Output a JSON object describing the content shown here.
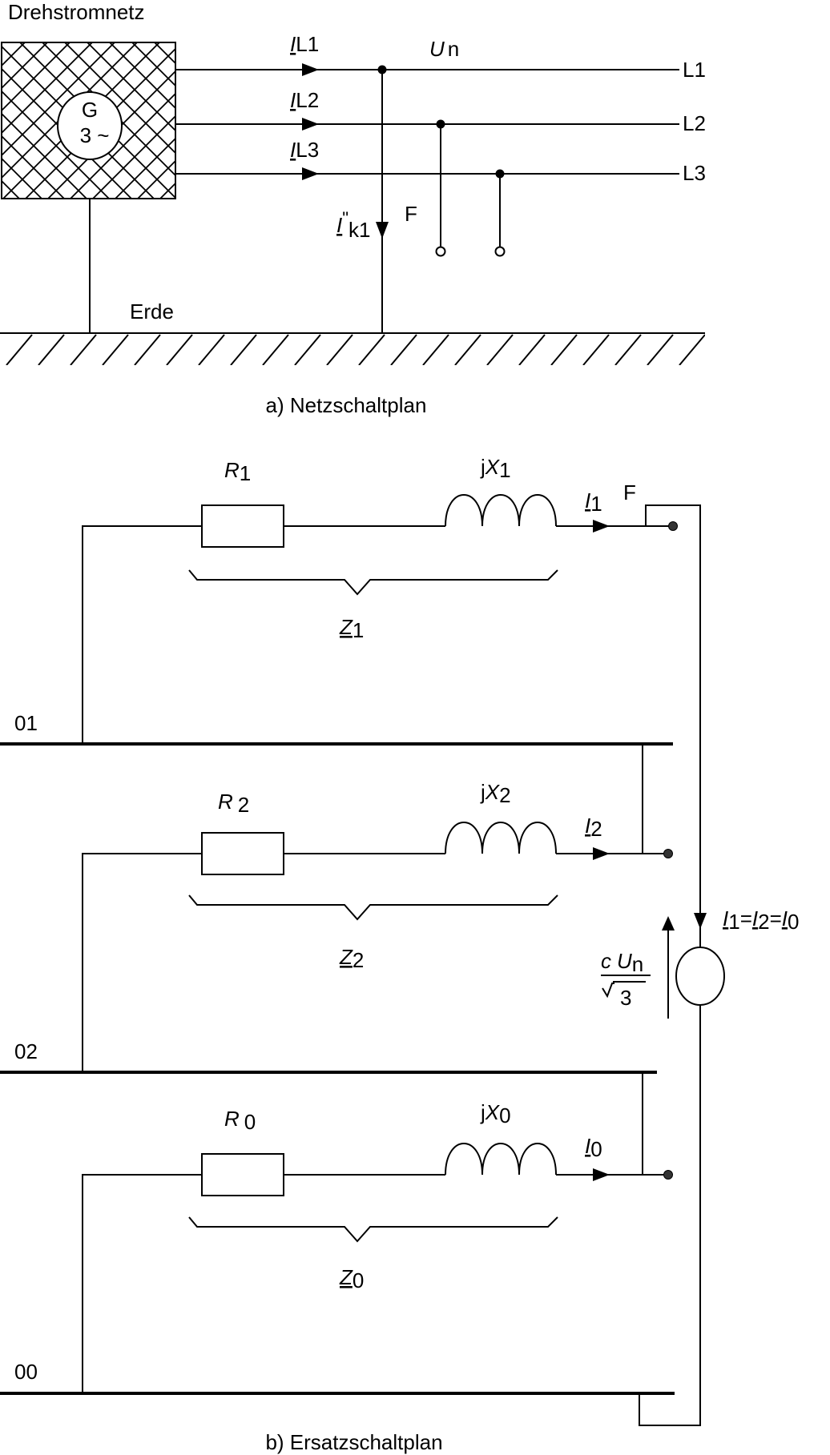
{
  "part_a": {
    "network_title": "Drehstromnetz",
    "generator_label": "G",
    "generator_phase": "3 ~",
    "current_L1": "I",
    "current_L1_sub": "L1",
    "current_L2": "I",
    "current_L2_sub": "L2",
    "current_L3": "I",
    "current_L3_sub": "L3",
    "voltage": "U",
    "voltage_sub": "n",
    "line_L1": "L1",
    "line_L2": "L2",
    "line_L3": "L3",
    "fault_current": "I",
    "fault_current_prime": "\"",
    "fault_current_sub": "k1",
    "fault_label": "F",
    "earth_label": "Erde",
    "caption": "a) Netzschaltplan"
  },
  "part_b": {
    "pos": {
      "R": "R",
      "R_sub": "1",
      "X_prefix": "j",
      "X": "X",
      "X_sub": "1",
      "I": "I",
      "I_sub": "1",
      "Z": "Z",
      "Z_sub": "1",
      "bus": "01",
      "fault_label": "F"
    },
    "neg": {
      "R": "R",
      "R_sub": "2",
      "X_prefix": "j",
      "X": "X",
      "X_sub": "2",
      "I": "I",
      "I_sub": "2",
      "Z": "Z",
      "Z_sub": "2",
      "bus": "02"
    },
    "zero": {
      "R": "R",
      "R_sub": "0",
      "X_prefix": "j",
      "X": "X",
      "X_sub": "0",
      "I": "I",
      "I_sub": "0",
      "Z": "Z",
      "Z_sub": "0",
      "bus": "00"
    },
    "equality": {
      "I1": "I",
      "I1_sub": "1",
      "eq1": "=",
      "I2": "I",
      "I2_sub": "2",
      "eq2": "=",
      "I0": "I",
      "I0_sub": "0"
    },
    "source": {
      "c": "c",
      "U": "U",
      "U_sub": "n",
      "denominator": "3"
    },
    "caption": "b) Ersatzschaltplan"
  }
}
